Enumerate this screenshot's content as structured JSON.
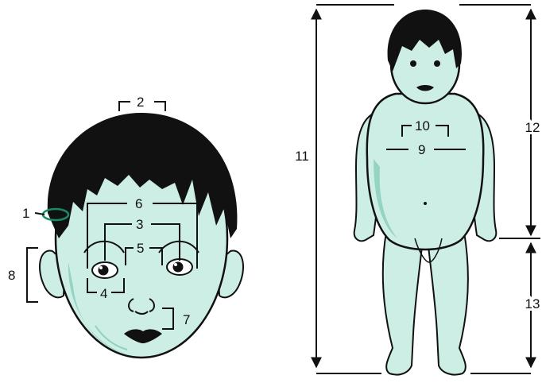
{
  "colors": {
    "skin": "#cdeee4",
    "skin_shadow": "#8fd0bf",
    "hair": "#111111",
    "outline": "#111111",
    "measure": "#111111",
    "ring": "#1a8a6a"
  },
  "labels": {
    "l1": "1",
    "l2": "2",
    "l3": "3",
    "l4": "4",
    "l5": "5",
    "l6": "6",
    "l7": "7",
    "l8": "8",
    "l9": "9",
    "l10": "10",
    "l11": "11",
    "l12": "12",
    "l13": "13"
  }
}
